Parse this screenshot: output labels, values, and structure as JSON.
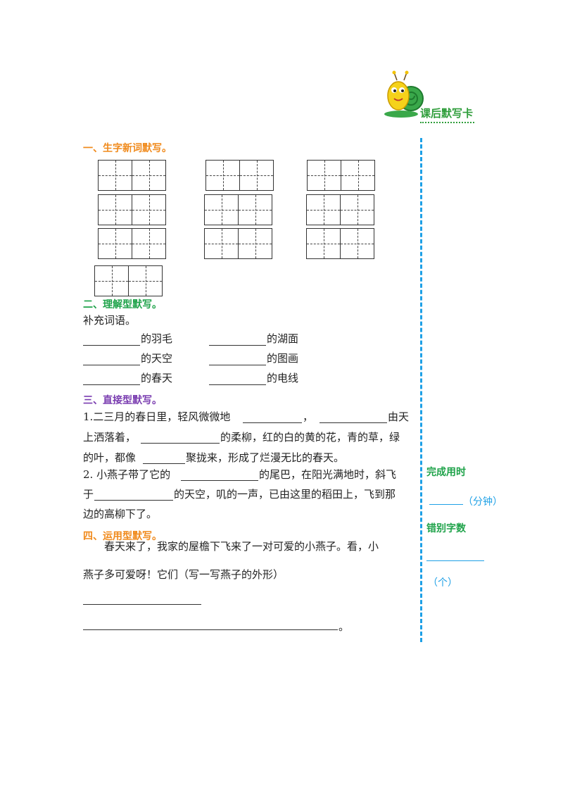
{
  "badge": {
    "title": "课后默写卡",
    "icon": "snail-mascot-icon"
  },
  "section1": {
    "title": "一、生字新词默写。"
  },
  "section2": {
    "title": "二、理解型默写。",
    "intro": "补充词语。",
    "items": [
      {
        "suffix": "的羽毛"
      },
      {
        "suffix": "的湖面"
      },
      {
        "suffix": "的天空"
      },
      {
        "suffix": "的图画"
      },
      {
        "suffix": "的春天"
      },
      {
        "suffix": "的电线"
      }
    ]
  },
  "section3": {
    "title": "三、直接型默写。",
    "q1": {
      "l1a": "1.二三月的春日里，轻风微微地",
      "l1b": "，",
      "l1c": "由天",
      "l2a": "上洒落着，",
      "l2b": "的柔柳，红的白的黄的花，青的草，绿",
      "l3a": "的叶，都像",
      "l3b": "聚拢来，形成了烂漫无比的春天。"
    },
    "q2": {
      "l1a": "2. 小燕子带了它的",
      "l1b": "的尾巴，在阳光满地时，斜飞",
      "l2a": "于",
      "l2b": "的天空，叽的一声，已由这里的稻田上，飞到那",
      "l3": "边的高柳下了。"
    }
  },
  "section4": {
    "title": "四、运用型默写。",
    "p1": "春天来了，我家的屋檐下飞来了一对可爱的小燕子。看，小",
    "p2": "燕子多可爱呀！它们（写一写燕子的外形）",
    "end": "。"
  },
  "side": {
    "time_label": "完成用时",
    "time_unit": "（分钟）",
    "error_label": "错别字数",
    "error_unit": "（个）"
  },
  "colors": {
    "orange": "#f08a1c",
    "green": "#1fa34a",
    "purple": "#7a3db0",
    "blue": "#1ea0e6"
  }
}
